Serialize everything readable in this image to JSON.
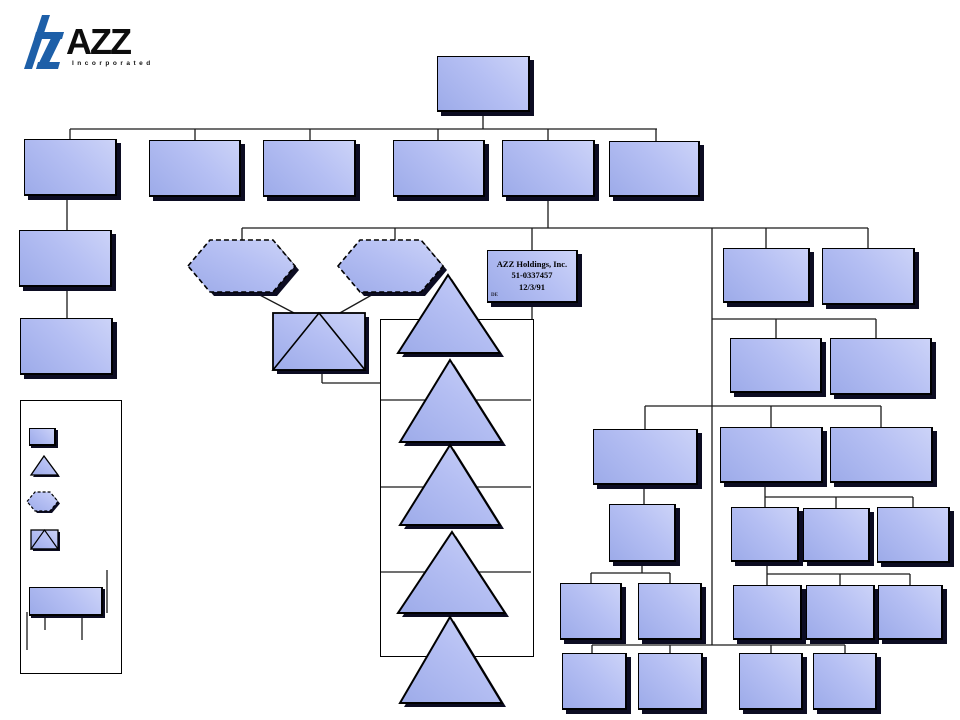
{
  "logo": {
    "company": "AZZ",
    "subtitle": "Incorporated",
    "mark_color": "#1d5fa8",
    "text_color": "#0d0d0d"
  },
  "holdings_box": {
    "line1": "AZZ Holdings, Inc.",
    "line2": "51-0337457",
    "line3": "12/3/91",
    "corner_label": "DE"
  },
  "colors": {
    "node_fill_dark": "#9dabe9",
    "node_fill_mid": "#b5bff3",
    "node_fill_light": "#ccd3f8",
    "node_border": "#000000",
    "node_shadow": "#0c0c22",
    "connector": "#1a1a1a",
    "background": "#ffffff"
  },
  "legend": {
    "items": [
      "box-entity",
      "triangle-entity",
      "dashed-hexagon-entity",
      "envelope-entity",
      "structure-sample"
    ]
  }
}
